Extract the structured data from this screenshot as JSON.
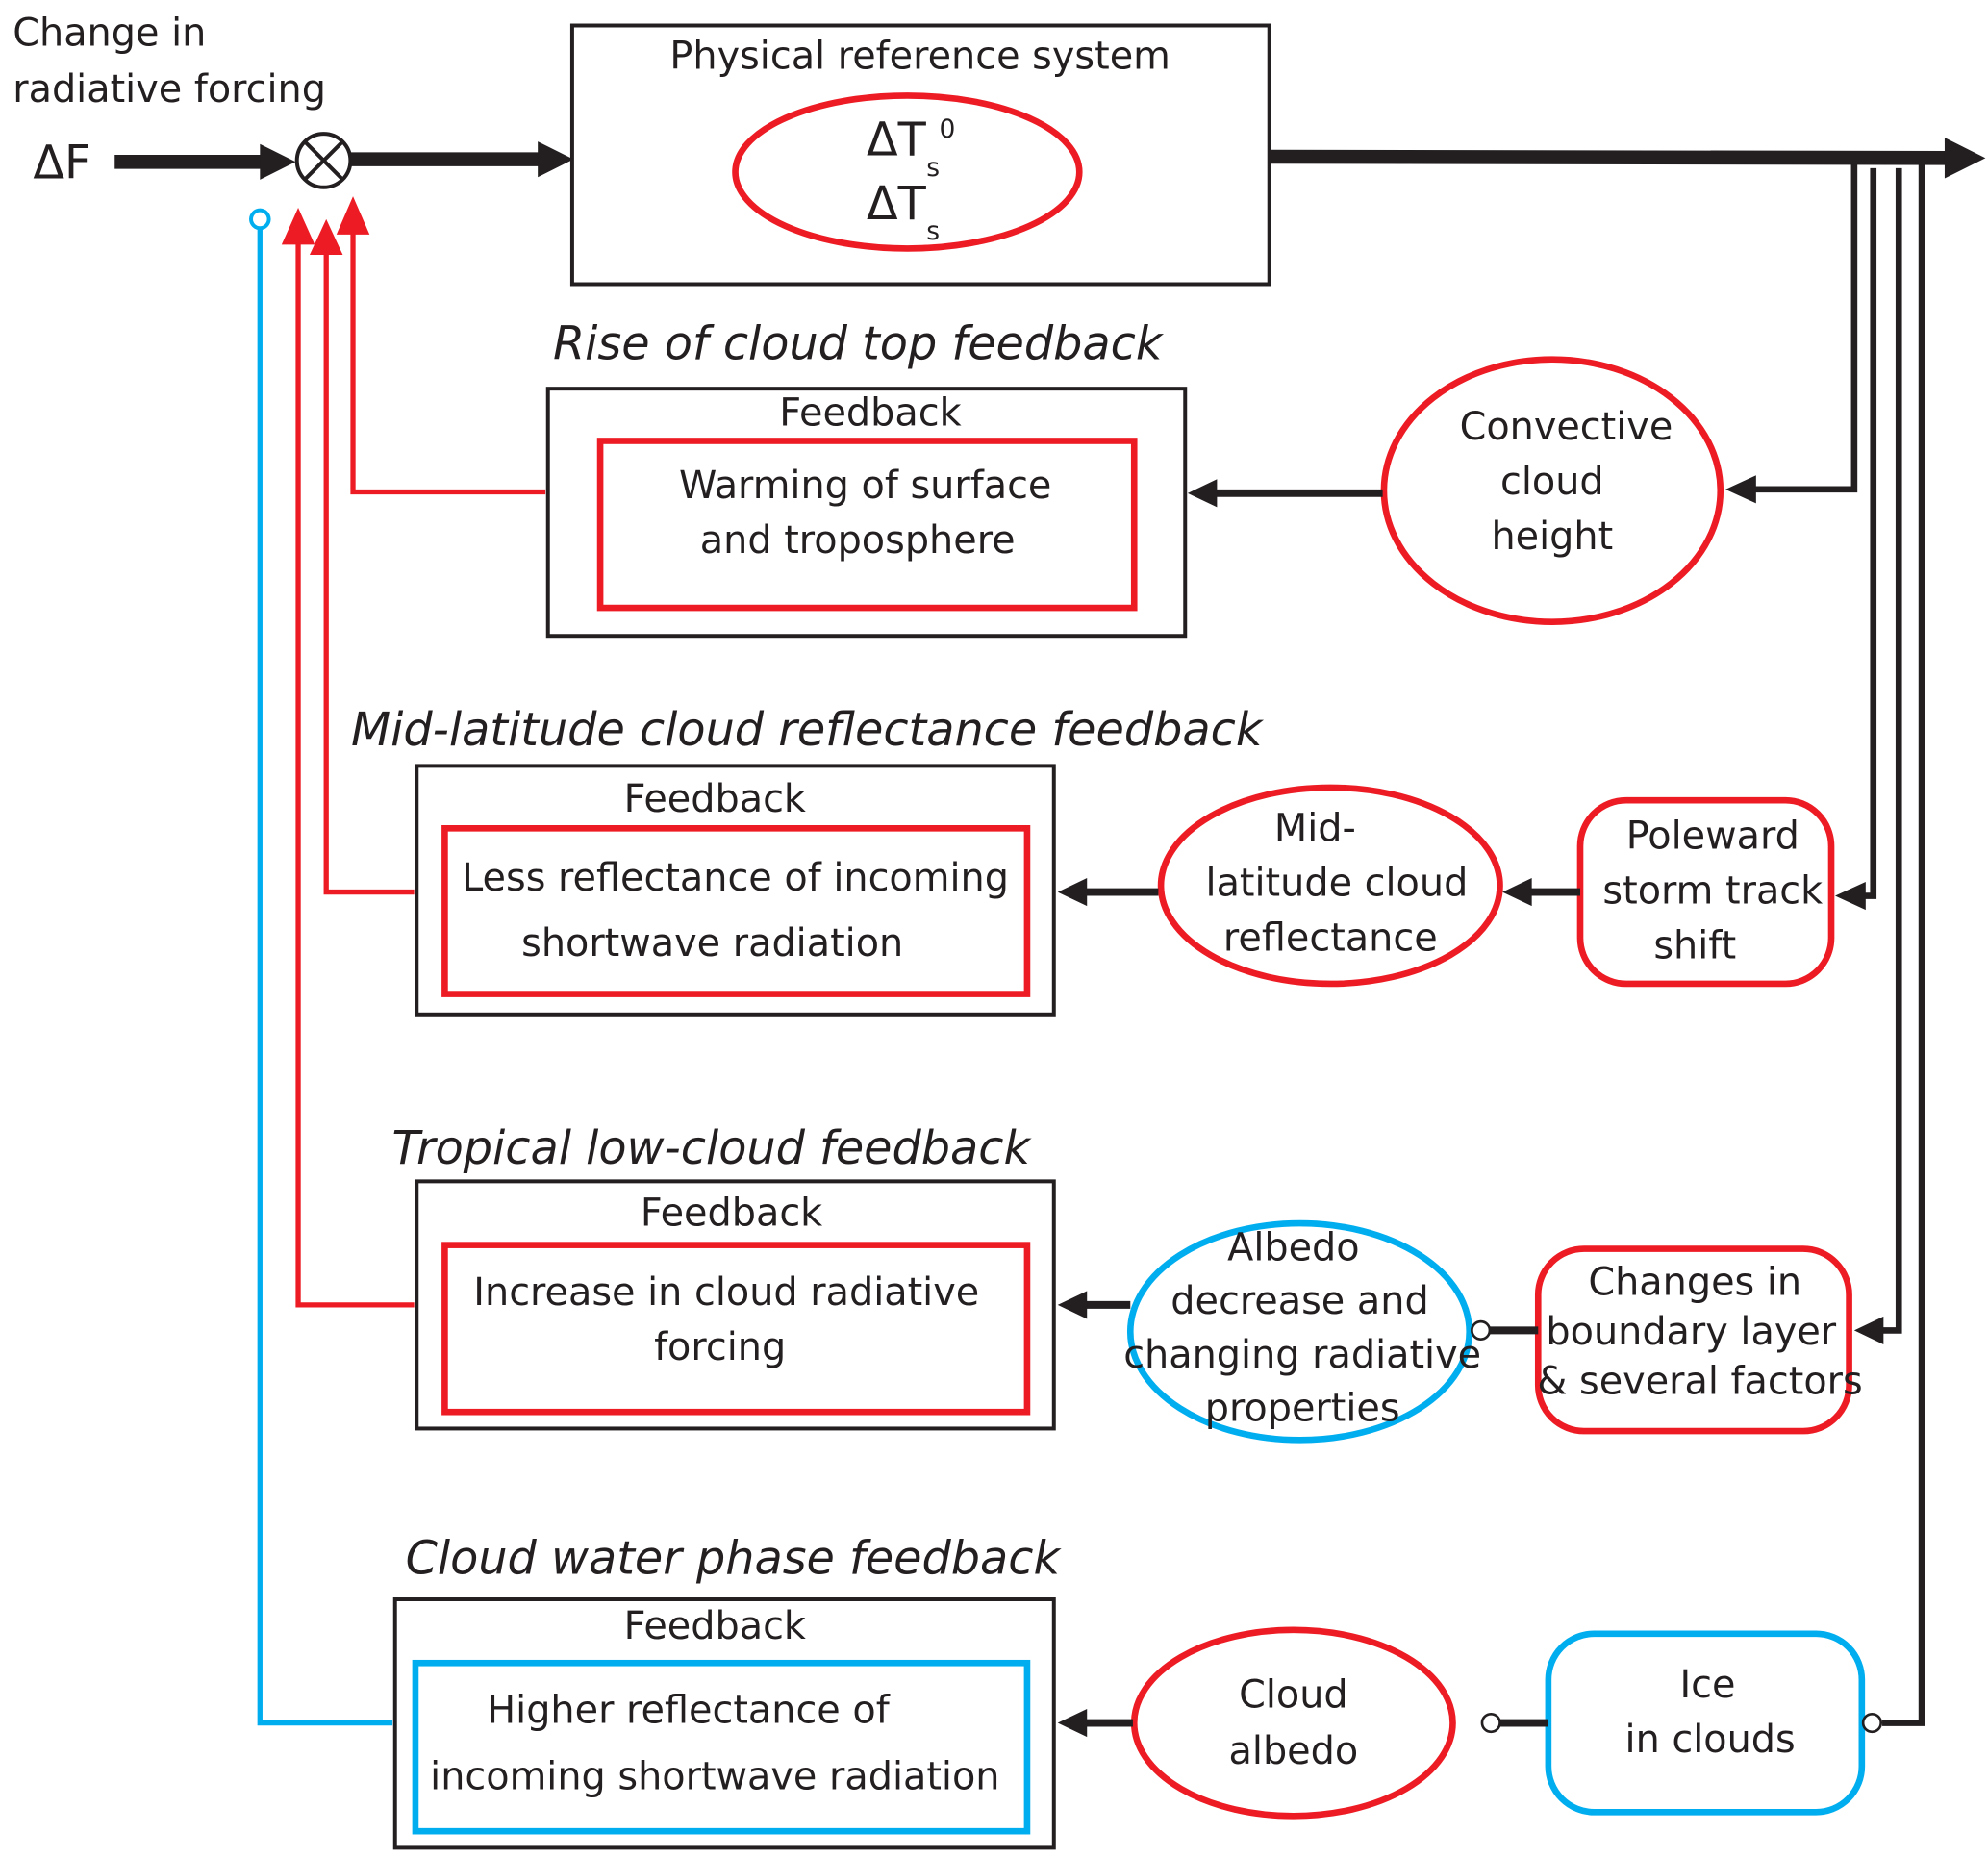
{
  "colors": {
    "positive_feedback": "#ed1c24",
    "negative_feedback": "#00aeef",
    "line": "#231f20",
    "background": "#ffffff"
  },
  "input": {
    "label_line1": "Change in",
    "label_line2": "radiative forcing",
    "symbol": "ΔF"
  },
  "summing_junction": {
    "icon": "circle-x-summing-icon"
  },
  "reference_system": {
    "title": "Physical reference system",
    "var1_main": "ΔT",
    "var1_sub": "s",
    "var1_sup": "0",
    "var2_main": "ΔT",
    "var2_sub": "s"
  },
  "feedbacks": [
    {
      "title": "Rise of cloud top feedback",
      "box_label": "Feedback",
      "effect_lines": [
        "Warming of surface",
        "and troposphere"
      ],
      "effect_color": "red",
      "chain": [
        {
          "shape": "ellipse",
          "color": "red",
          "lines": [
            "Convective",
            "cloud",
            "height"
          ]
        }
      ],
      "return_line_color": "red",
      "return_end": "arrow"
    },
    {
      "title": "Mid-latitude cloud reflectance feedback",
      "box_label": "Feedback",
      "effect_lines": [
        "Less reflectance of incoming",
        "shortwave radiation"
      ],
      "effect_color": "red",
      "chain": [
        {
          "shape": "ellipse",
          "color": "red",
          "lines": [
            "Mid-",
            "latitude cloud",
            "reflectance"
          ]
        },
        {
          "shape": "rounded-rect",
          "color": "red",
          "lines": [
            "Poleward",
            "storm track",
            "shift"
          ]
        }
      ],
      "return_line_color": "red",
      "return_end": "arrow"
    },
    {
      "title": "Tropical low-cloud feedback",
      "box_label": "Feedback",
      "effect_lines": [
        "Increase in cloud radiative",
        "forcing"
      ],
      "effect_color": "red",
      "chain": [
        {
          "shape": "ellipse",
          "color": "blue",
          "lines": [
            "Albedo",
            "decrease and",
            "changing radiative",
            "properties"
          ]
        },
        {
          "shape": "rounded-rect",
          "color": "red",
          "lines": [
            "Changes in",
            "boundary layer",
            "& several factors"
          ]
        }
      ],
      "return_line_color": "red",
      "return_end": "arrow"
    },
    {
      "title": "Cloud water phase feedback",
      "box_label": "Feedback",
      "effect_lines": [
        "Higher reflectance of",
        "incoming shortwave radiation"
      ],
      "effect_color": "blue",
      "chain": [
        {
          "shape": "ellipse",
          "color": "red",
          "lines": [
            "Cloud",
            "albedo"
          ]
        },
        {
          "shape": "rounded-rect",
          "color": "blue",
          "lines": [
            "Ice",
            "in clouds"
          ]
        }
      ],
      "return_line_color": "blue",
      "return_end": "open-circle"
    }
  ]
}
